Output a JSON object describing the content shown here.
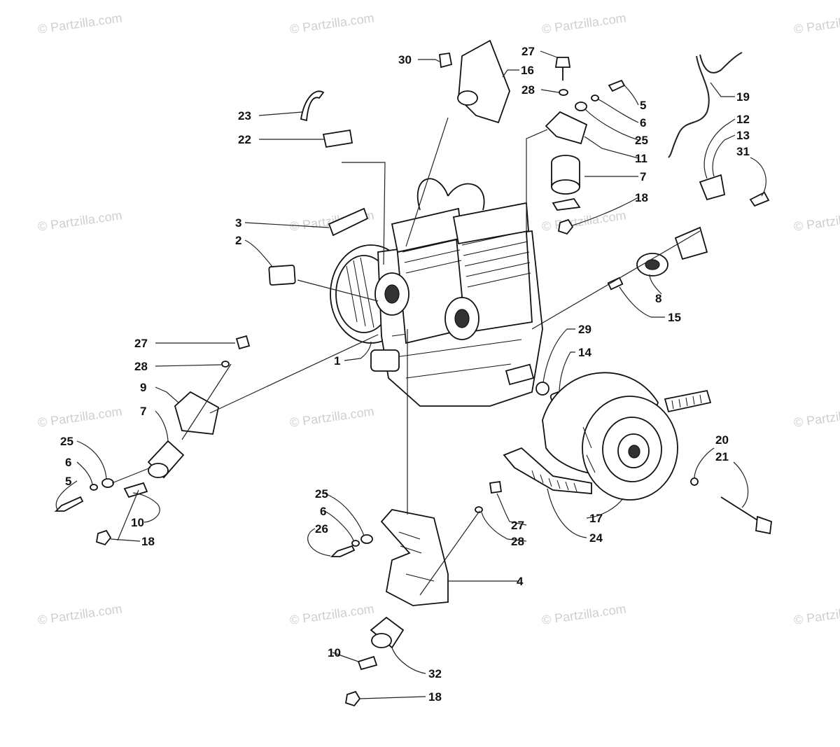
{
  "watermark": {
    "text": "© Partzilla.com",
    "color": "#cfcfcf"
  },
  "callouts": [
    {
      "id": "c30",
      "label": "30"
    },
    {
      "id": "c16",
      "label": "16"
    },
    {
      "id": "c27a",
      "label": "27"
    },
    {
      "id": "c28a",
      "label": "28"
    },
    {
      "id": "c5a",
      "label": "5"
    },
    {
      "id": "c6a",
      "label": "6"
    },
    {
      "id": "c25a",
      "label": "25"
    },
    {
      "id": "c11",
      "label": "11"
    },
    {
      "id": "c7a",
      "label": "7"
    },
    {
      "id": "c18a",
      "label": "18"
    },
    {
      "id": "c19",
      "label": "19"
    },
    {
      "id": "c12",
      "label": "12"
    },
    {
      "id": "c13",
      "label": "13"
    },
    {
      "id": "c31",
      "label": "31"
    },
    {
      "id": "c23",
      "label": "23"
    },
    {
      "id": "c22",
      "label": "22"
    },
    {
      "id": "c3",
      "label": "3"
    },
    {
      "id": "c2",
      "label": "2"
    },
    {
      "id": "c8",
      "label": "8"
    },
    {
      "id": "c15",
      "label": "15"
    },
    {
      "id": "c29",
      "label": "29"
    },
    {
      "id": "c14",
      "label": "14"
    },
    {
      "id": "c1",
      "label": "1"
    },
    {
      "id": "c27b",
      "label": "27"
    },
    {
      "id": "c28b",
      "label": "28"
    },
    {
      "id": "c9",
      "label": "9"
    },
    {
      "id": "c7b",
      "label": "7"
    },
    {
      "id": "c25b",
      "label": "25"
    },
    {
      "id": "c6b",
      "label": "6"
    },
    {
      "id": "c5b",
      "label": "5"
    },
    {
      "id": "c10a",
      "label": "10"
    },
    {
      "id": "c18b",
      "label": "18"
    },
    {
      "id": "c20",
      "label": "20"
    },
    {
      "id": "c21",
      "label": "21"
    },
    {
      "id": "c17",
      "label": "17"
    },
    {
      "id": "c24",
      "label": "24"
    },
    {
      "id": "c25c",
      "label": "25"
    },
    {
      "id": "c6c",
      "label": "6"
    },
    {
      "id": "c26",
      "label": "26"
    },
    {
      "id": "c27c",
      "label": "27"
    },
    {
      "id": "c28c",
      "label": "28"
    },
    {
      "id": "c4",
      "label": "4"
    },
    {
      "id": "c10b",
      "label": "10"
    },
    {
      "id": "c32",
      "label": "32"
    },
    {
      "id": "c18c",
      "label": "18"
    }
  ]
}
